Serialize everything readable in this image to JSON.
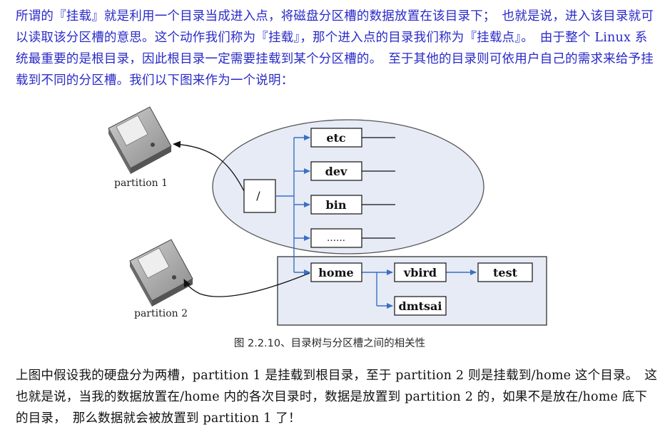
{
  "intro_text": "所谓的『挂载』就是利用一个目录当成进入点，将磁盘分区槽的数据放置在该目录下；　也就是说，进入该目录就可以读取该分区槽的意思。这个动作我们称为『挂载』，那个进入点的目录我们称为『挂载点』。　由于整个 Linux 系统最重要的是根目录，因此根目录一定需要挂载到某个分区槽的。　至于其他的目录则可依用户自己的需求来给予挂载到不同的分区槽。我们以下图来作为一个说明：",
  "figure": {
    "partition1_label": "partition 1",
    "partition2_label": "partition 2",
    "root_label": "/",
    "dirs": {
      "etc": "etc",
      "dev": "dev",
      "bin": "bin",
      "dots": "……",
      "home": "home",
      "vbird": "vbird",
      "test": "test",
      "dmtsai": "dmtsai"
    },
    "caption": "图 2.2.10、目录树与分区槽之间的相关性",
    "colors": {
      "ellipse_fill": "#e6ebf6",
      "home_box_fill": "#e6ebf6",
      "tree_line": "#3a6fc4",
      "text_blue": "#2a2ac8"
    }
  },
  "outro_text": "上图中假设我的硬盘分为两槽，partition 1 是挂载到根目录，至于 partition 2 则是挂载到/home 这个目录。　这也就是说，当我的数据放置在/home 内的各次目录时，数据是放置到 partition 2 的，如果不是放在/home 底下的目录，　那么数据就会被放置到 partition 1 了！"
}
